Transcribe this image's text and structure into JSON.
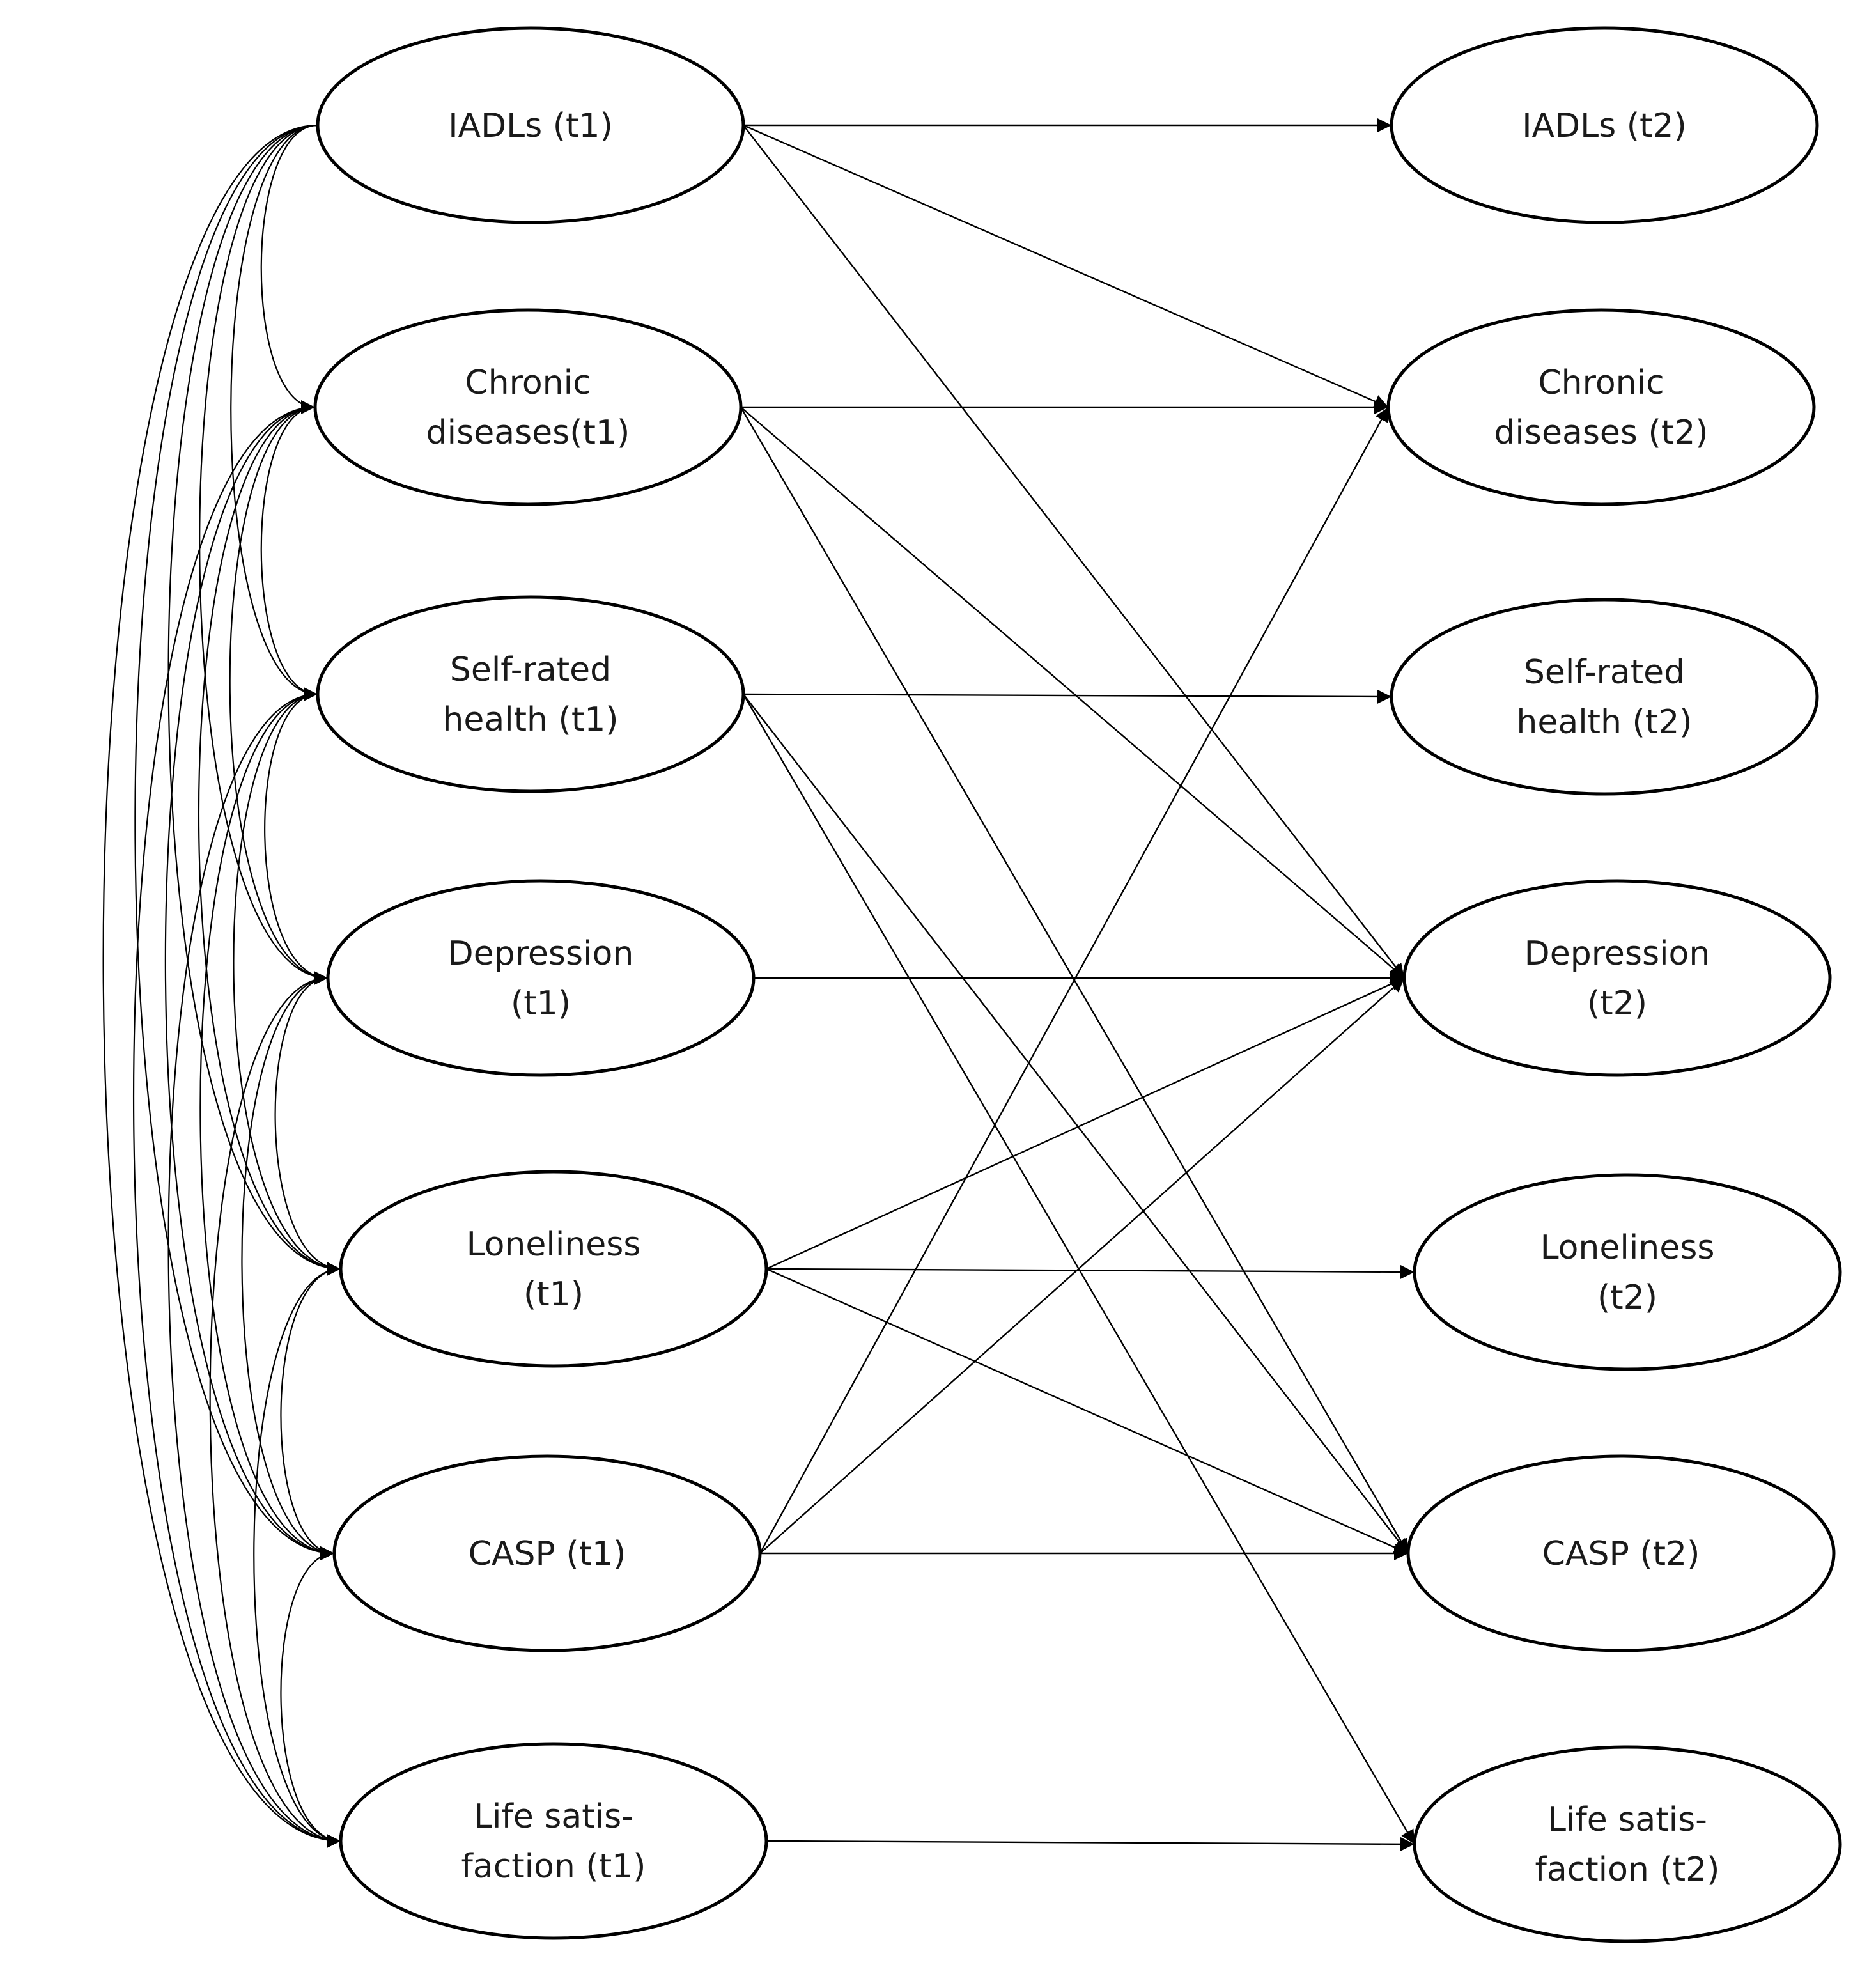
{
  "diagram": {
    "nodes": [
      {
        "id": "iadl1",
        "lines": [
          "IADLs (t1)"
        ]
      },
      {
        "id": "chr1",
        "lines": [
          "Chronic",
          "diseases(t1)"
        ]
      },
      {
        "id": "srh1",
        "lines": [
          "Self-rated",
          "health (t1)"
        ]
      },
      {
        "id": "dep1",
        "lines": [
          "Depression",
          "(t1)"
        ]
      },
      {
        "id": "lon1",
        "lines": [
          "Loneliness",
          "(t1)"
        ]
      },
      {
        "id": "casp1",
        "lines": [
          "CASP (t1)"
        ]
      },
      {
        "id": "ls1",
        "lines": [
          "Life satis-",
          "faction (t1)"
        ]
      },
      {
        "id": "iadl2",
        "lines": [
          "IADLs (t2)"
        ]
      },
      {
        "id": "chr2",
        "lines": [
          "Chronic",
          "diseases (t2)"
        ]
      },
      {
        "id": "srh2",
        "lines": [
          "Self-rated",
          "health (t2)"
        ]
      },
      {
        "id": "dep2",
        "lines": [
          "Depression",
          "(t2)"
        ]
      },
      {
        "id": "lon2",
        "lines": [
          "Loneliness",
          "(t2)"
        ]
      },
      {
        "id": "casp2",
        "lines": [
          "CASP (t2)"
        ]
      },
      {
        "id": "ls2",
        "lines": [
          "Life satis-",
          "faction (t2)"
        ]
      }
    ],
    "paths": [
      [
        "iadl1",
        "iadl2"
      ],
      [
        "iadl1",
        "chr2"
      ],
      [
        "iadl1",
        "dep2"
      ],
      [
        "chr1",
        "chr2"
      ],
      [
        "chr1",
        "dep2"
      ],
      [
        "chr1",
        "casp2"
      ],
      [
        "srh1",
        "srh2"
      ],
      [
        "srh1",
        "casp2"
      ],
      [
        "srh1",
        "ls2"
      ],
      [
        "dep1",
        "dep2"
      ],
      [
        "lon1",
        "dep2"
      ],
      [
        "lon1",
        "lon2"
      ],
      [
        "lon1",
        "casp2"
      ],
      [
        "casp1",
        "chr2"
      ],
      [
        "casp1",
        "dep2"
      ],
      [
        "casp1",
        "casp2"
      ],
      [
        "ls1",
        "ls2"
      ]
    ],
    "correlations": [
      [
        "iadl1",
        "chr1"
      ],
      [
        "iadl1",
        "srh1"
      ],
      [
        "iadl1",
        "dep1"
      ],
      [
        "iadl1",
        "lon1"
      ],
      [
        "iadl1",
        "casp1"
      ],
      [
        "iadl1",
        "ls1"
      ],
      [
        "chr1",
        "srh1"
      ],
      [
        "chr1",
        "dep1"
      ],
      [
        "chr1",
        "lon1"
      ],
      [
        "chr1",
        "casp1"
      ],
      [
        "chr1",
        "ls1"
      ],
      [
        "srh1",
        "dep1"
      ],
      [
        "srh1",
        "lon1"
      ],
      [
        "srh1",
        "casp1"
      ],
      [
        "srh1",
        "ls1"
      ],
      [
        "dep1",
        "lon1"
      ],
      [
        "dep1",
        "casp1"
      ],
      [
        "dep1",
        "ls1"
      ],
      [
        "lon1",
        "casp1"
      ],
      [
        "lon1",
        "ls1"
      ],
      [
        "casp1",
        "ls1"
      ]
    ]
  }
}
